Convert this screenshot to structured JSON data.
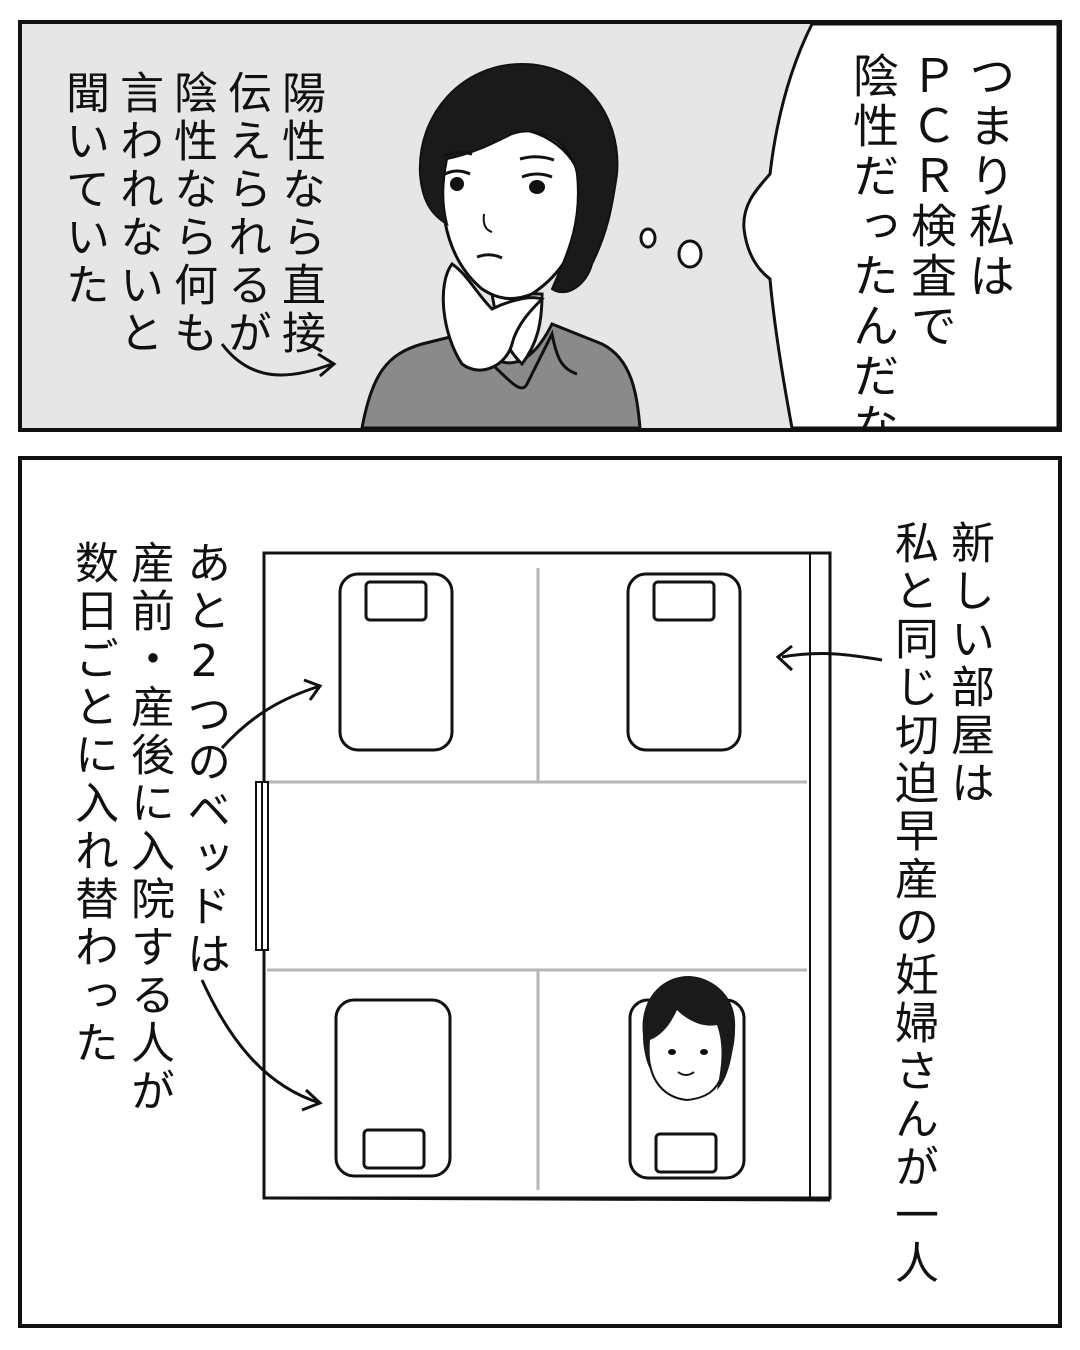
{
  "panel_top": {
    "thought": "つまり私は\nＰＣＲ検査で\n陰性だったんだな",
    "narration": "陽性なら直接\n伝えられるが\n陰性なら何も\n言われないと\n聞いていた"
  },
  "panel_bottom": {
    "roommate_note": "新しい部屋は\n私と同じ切迫早産の妊婦さんが一人",
    "beds_note": "あと2つのベッドは\n産前・産後に入院する人が\n数日ごとに入れ替わった"
  }
}
